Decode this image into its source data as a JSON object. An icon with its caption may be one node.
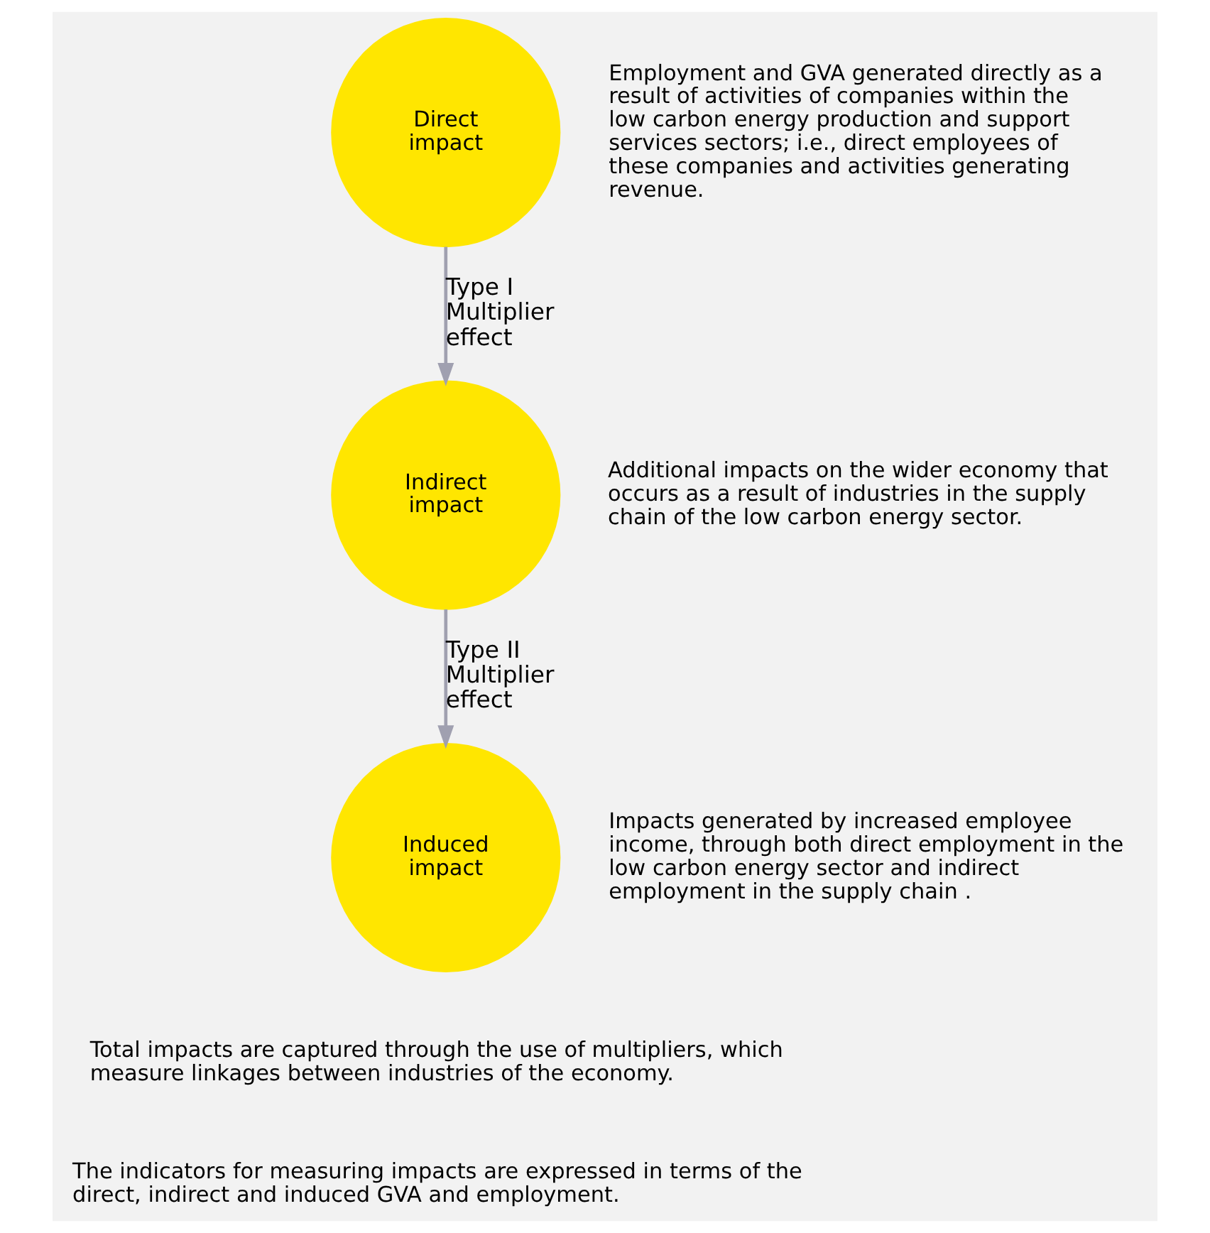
{
  "diagram": {
    "nodes": [
      {
        "text": [
          "Direct impact"
        ],
        "beside": [
          "Employment and GVA generated directly as a result of activities of companies within the low carbon energy production and support services sectors; i.e., direct employees of these companies and activities generating revenue."
        ]
      },
      {
        "text": [
          "Indirect impact"
        ],
        "beside": [
          "Additional impacts on the wider economy that occurs as a result of industries in the supply chain of the low carbon energy sector."
        ]
      },
      {
        "text": [
          "Induced impact"
        ],
        "beside": [
          "Impacts generated by increased employee income, through both direct employment in the low carbon energy sector and indirect employment in the supply chain ."
        ]
      }
    ],
    "edges": [
      {
        "from": 0,
        "to": 1,
        "arrow": "to",
        "label": "Type I Multiplier effect"
      },
      {
        "from": 1,
        "to": 2,
        "arrow": "to",
        "label": "Type II Multiplier effect"
      }
    ],
    "labels": [
      "Total impacts are captured through the use of multipliers, which measure linkages between industries of the economy.",
      "The indicators for measuring impacts are expressed in terms of the direct, indirect and induced GVA and employment."
    ]
  }
}
